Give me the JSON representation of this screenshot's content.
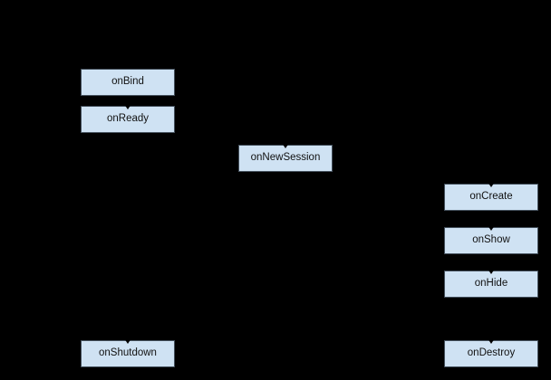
{
  "diagram": {
    "type": "lifecycle-flow",
    "background_color": "#000000",
    "node_fill_color": "#cfe2f3",
    "node_border_color": "#44505c",
    "node_text_color": "#111111",
    "nodes": [
      {
        "label": "onBind"
      },
      {
        "label": "onReady"
      },
      {
        "label": "onNewSession"
      },
      {
        "label": "onCreate"
      },
      {
        "label": "onShow"
      },
      {
        "label": "onHide"
      },
      {
        "label": "onShutdown"
      },
      {
        "label": "onDestroy"
      }
    ]
  }
}
